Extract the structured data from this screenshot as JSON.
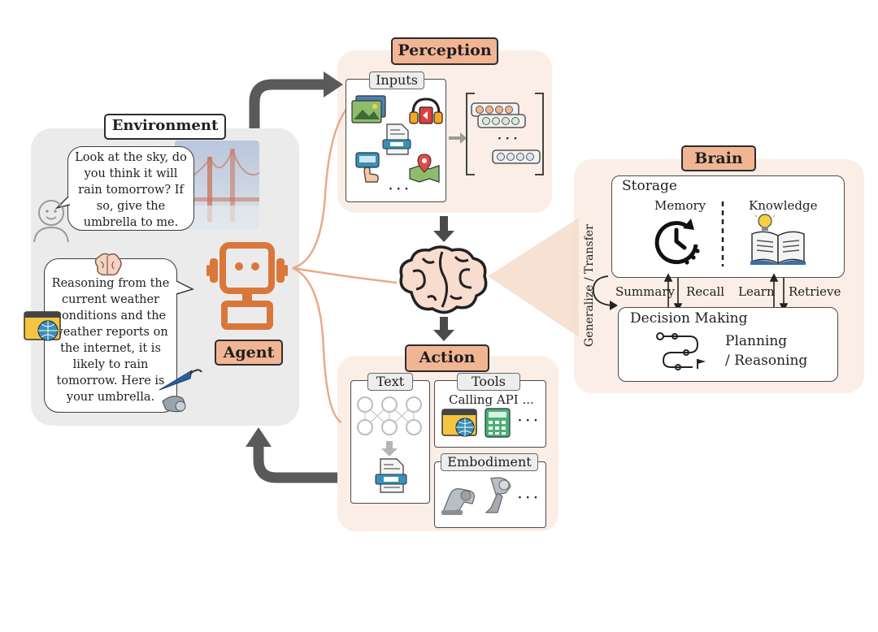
{
  "environment": {
    "title": "Environment",
    "user_message": "Look at the sky, do you think it will rain tomorrow? If so, give the umbrella to me.",
    "agent_message": "Reasoning from the current weather conditions and the weather reports on the internet, it is likely to rain tomorrow. Here is your umbrella."
  },
  "agent": {
    "label": "Agent"
  },
  "perception": {
    "title": "Perception",
    "inputs_label": "Inputs",
    "ellipsis": "· · ·",
    "vector_ellipsis": "· · ·"
  },
  "action": {
    "title": "Action",
    "text_label": "Text",
    "tools_label": "Tools",
    "calling_api": "Calling API ...",
    "tools_ellipsis": "· · ·",
    "embodiment_label": "Embodiment",
    "embodiment_ellipsis": "· · ·"
  },
  "brain": {
    "title": "Brain",
    "storage_label": "Storage",
    "memory_label": "Memory",
    "knowledge_label": "Knowledge",
    "summary_label": "Summary",
    "recall_label": "Recall",
    "learn_label": "Learn",
    "retrieve_label": "Retrieve",
    "generalize_label": "Generalize / Transfer",
    "decision_label": "Decision Making",
    "planning_label": "Planning",
    "reasoning_label": "/ Reasoning"
  },
  "colors": {
    "accent_peach": "#f2b594",
    "panel_peach": "#fbeee6",
    "panel_gray": "#ebebeb",
    "agent_orange": "#d9773a",
    "arrow_dark": "#555555"
  }
}
